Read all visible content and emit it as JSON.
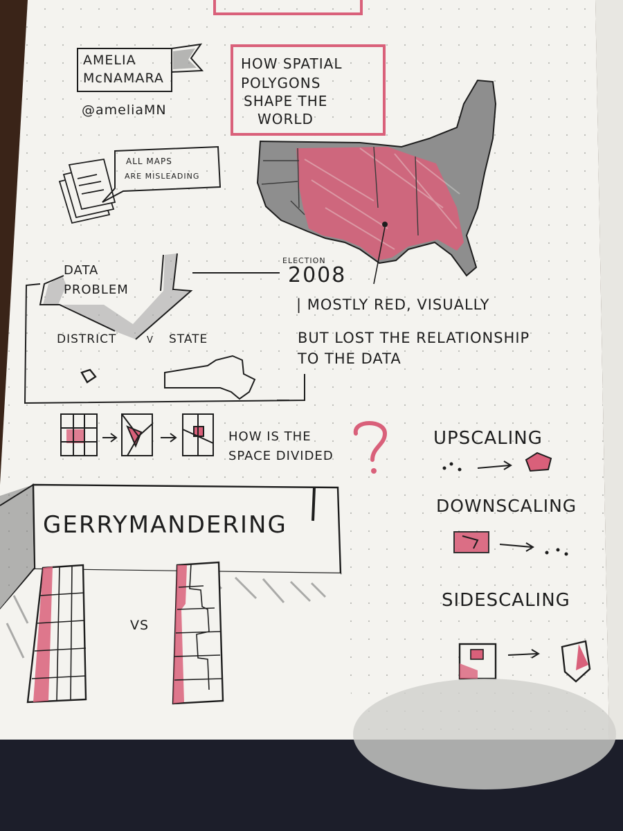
{
  "speaker": {
    "name_line1": "AMELIA",
    "name_line2": "McNAMARA",
    "handle": "@ameliaMN"
  },
  "talk_title": {
    "line1": "HOW SPATIAL",
    "line2": "POLYGONS",
    "line3": "SHAPE THE",
    "line4": "WORLD"
  },
  "speech_bubble": {
    "line1": "ALL MAPS",
    "line2": "ARE MISLEADING"
  },
  "election": {
    "label": "ELECTION",
    "year": "2008"
  },
  "notes": {
    "mostly_red": "| MOSTLY RED, VISUALLY",
    "lost_line1": "BUT LOST THE RELATIONSHIP",
    "lost_line2": "TO THE DATA"
  },
  "data_problem": {
    "line1": "DATA",
    "line2": "PROBLEM",
    "district": "DISTRICT",
    "vs": "V",
    "state": "STATE"
  },
  "space_question": {
    "line1": "HOW IS THE",
    "line2": "SPACE DIVIDED"
  },
  "gerrymandering": {
    "title": "GERRYMANDERING",
    "vs": "VS"
  },
  "scaling": {
    "upscaling": "UPSCALING",
    "downscaling": "DOWNSCALING",
    "sidescaling": "SIDESCALING"
  },
  "colors": {
    "paper": "#f4f3ef",
    "ink": "#1d1d1d",
    "pink": "#d9607a",
    "gray": "#8e8e8e",
    "table": "#3a2418"
  }
}
